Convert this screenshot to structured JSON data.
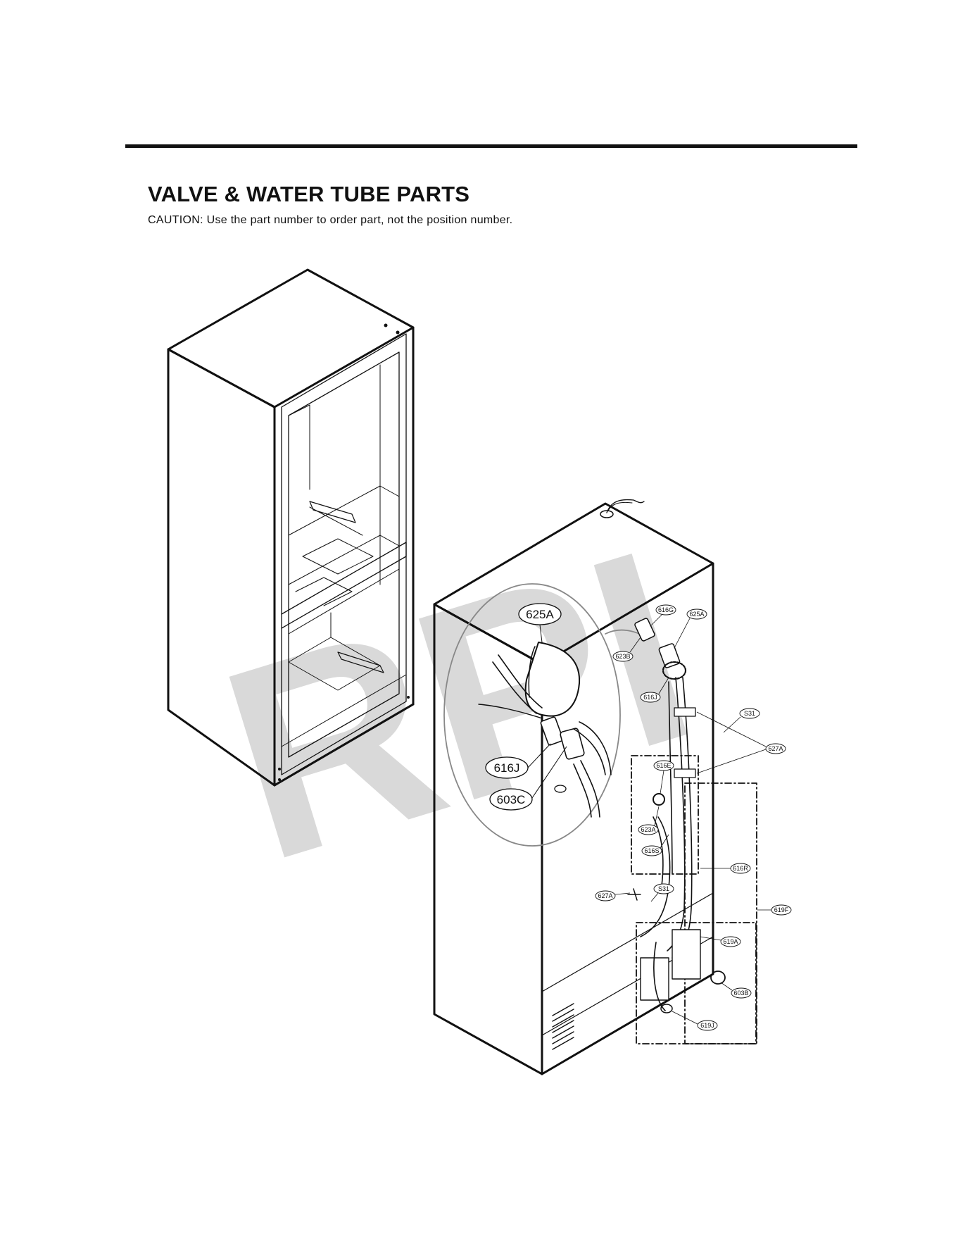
{
  "page": {
    "title": "VALVE & WATER TUBE PARTS",
    "caution": "CAUTION: Use the part number to order part, not the position number."
  },
  "watermark": {
    "text": "RPI",
    "color": "#d9d9d9"
  },
  "callouts_large": [
    "625A",
    "616J",
    "603C"
  ],
  "callouts_small": [
    "616G",
    "625A",
    "623B",
    "616J",
    "S31",
    "627A",
    "616E",
    "623A",
    "616S",
    "616R",
    "627A",
    "S31",
    "619F",
    "619A",
    "603B",
    "619J"
  ]
}
